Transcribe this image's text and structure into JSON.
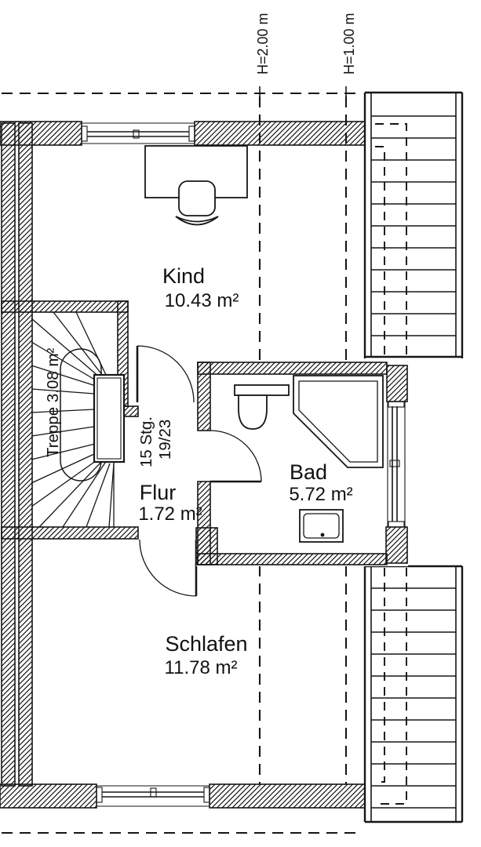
{
  "plan": {
    "height_markers": {
      "h200": "H=2.00 m",
      "h100": "H=1.00 m"
    },
    "rooms": {
      "kind": {
        "name": "Kind",
        "area": "10.43 m²"
      },
      "flur": {
        "name": "Flur",
        "area": "1.72 m²"
      },
      "bad": {
        "name": "Bad",
        "area": "5.72 m²"
      },
      "schlafen": {
        "name": "Schlafen",
        "area": "11.78 m²"
      }
    },
    "stairs": {
      "label": "Treppe 3.08 m²",
      "steps": "15 Stg.",
      "rise_run": "19/23"
    },
    "colors": {
      "line": "#161616",
      "background": "#ffffff"
    }
  }
}
